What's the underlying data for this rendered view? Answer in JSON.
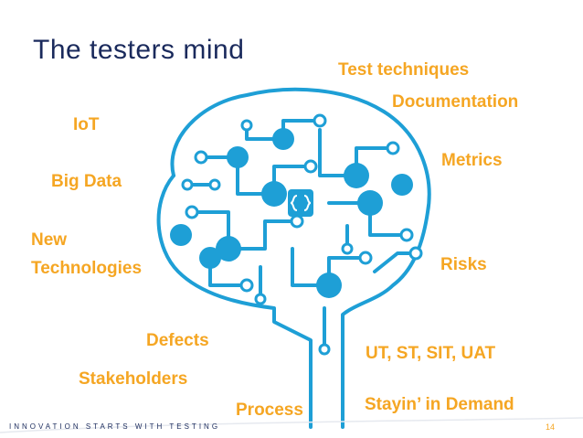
{
  "slide": {
    "title": "The testers mind",
    "keywords": {
      "test_techniques": "Test techniques",
      "documentation": "Documentation",
      "iot": "IoT",
      "metrics": "Metrics",
      "big_data": "Big Data",
      "new_technologies_line1": "New",
      "new_technologies_line2": "Technologies",
      "risks": "Risks",
      "defects": "Defects",
      "uat": "UT, ST, SIT, UAT",
      "stakeholders": "Stakeholders",
      "process": "Process",
      "stayin": "Stayin’ in Demand"
    },
    "footer_tagline": "INNOVATION STARTS WITH TESTING",
    "page_number": "14"
  },
  "colors": {
    "title": "#1a2a5c",
    "keyword": "#f5a623",
    "brain": "#1e9fd6"
  },
  "icons": [
    "brain-circuit-icon"
  ]
}
